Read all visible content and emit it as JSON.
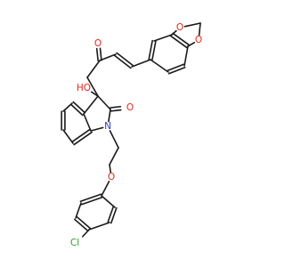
{
  "molecule": {
    "atoms": [
      {
        "id": "O1",
        "element": "O",
        "text": "O",
        "color": "#e8251a"
      },
      {
        "id": "O2",
        "element": "O",
        "text": "O",
        "color": "#e8251a"
      },
      {
        "id": "O3",
        "element": "O",
        "text": "O",
        "color": "#e8251a"
      },
      {
        "id": "OH",
        "element": "O",
        "text": "HO",
        "color": "#e8251a"
      },
      {
        "id": "O5",
        "element": "O",
        "text": "O",
        "color": "#e8251a"
      },
      {
        "id": "N1",
        "element": "N",
        "text": "N",
        "color": "#2b3bd6"
      },
      {
        "id": "O6",
        "element": "O",
        "text": "O",
        "color": "#e8251a"
      },
      {
        "id": "Cl",
        "element": "Cl",
        "text": "Cl",
        "color": "#26a026"
      }
    ]
  },
  "colors": {
    "bond": "#1a1a1a",
    "oxygen": "#e8251a",
    "nitrogen": "#2b3bd6",
    "chlorine": "#26a026",
    "background": "#ffffff"
  }
}
